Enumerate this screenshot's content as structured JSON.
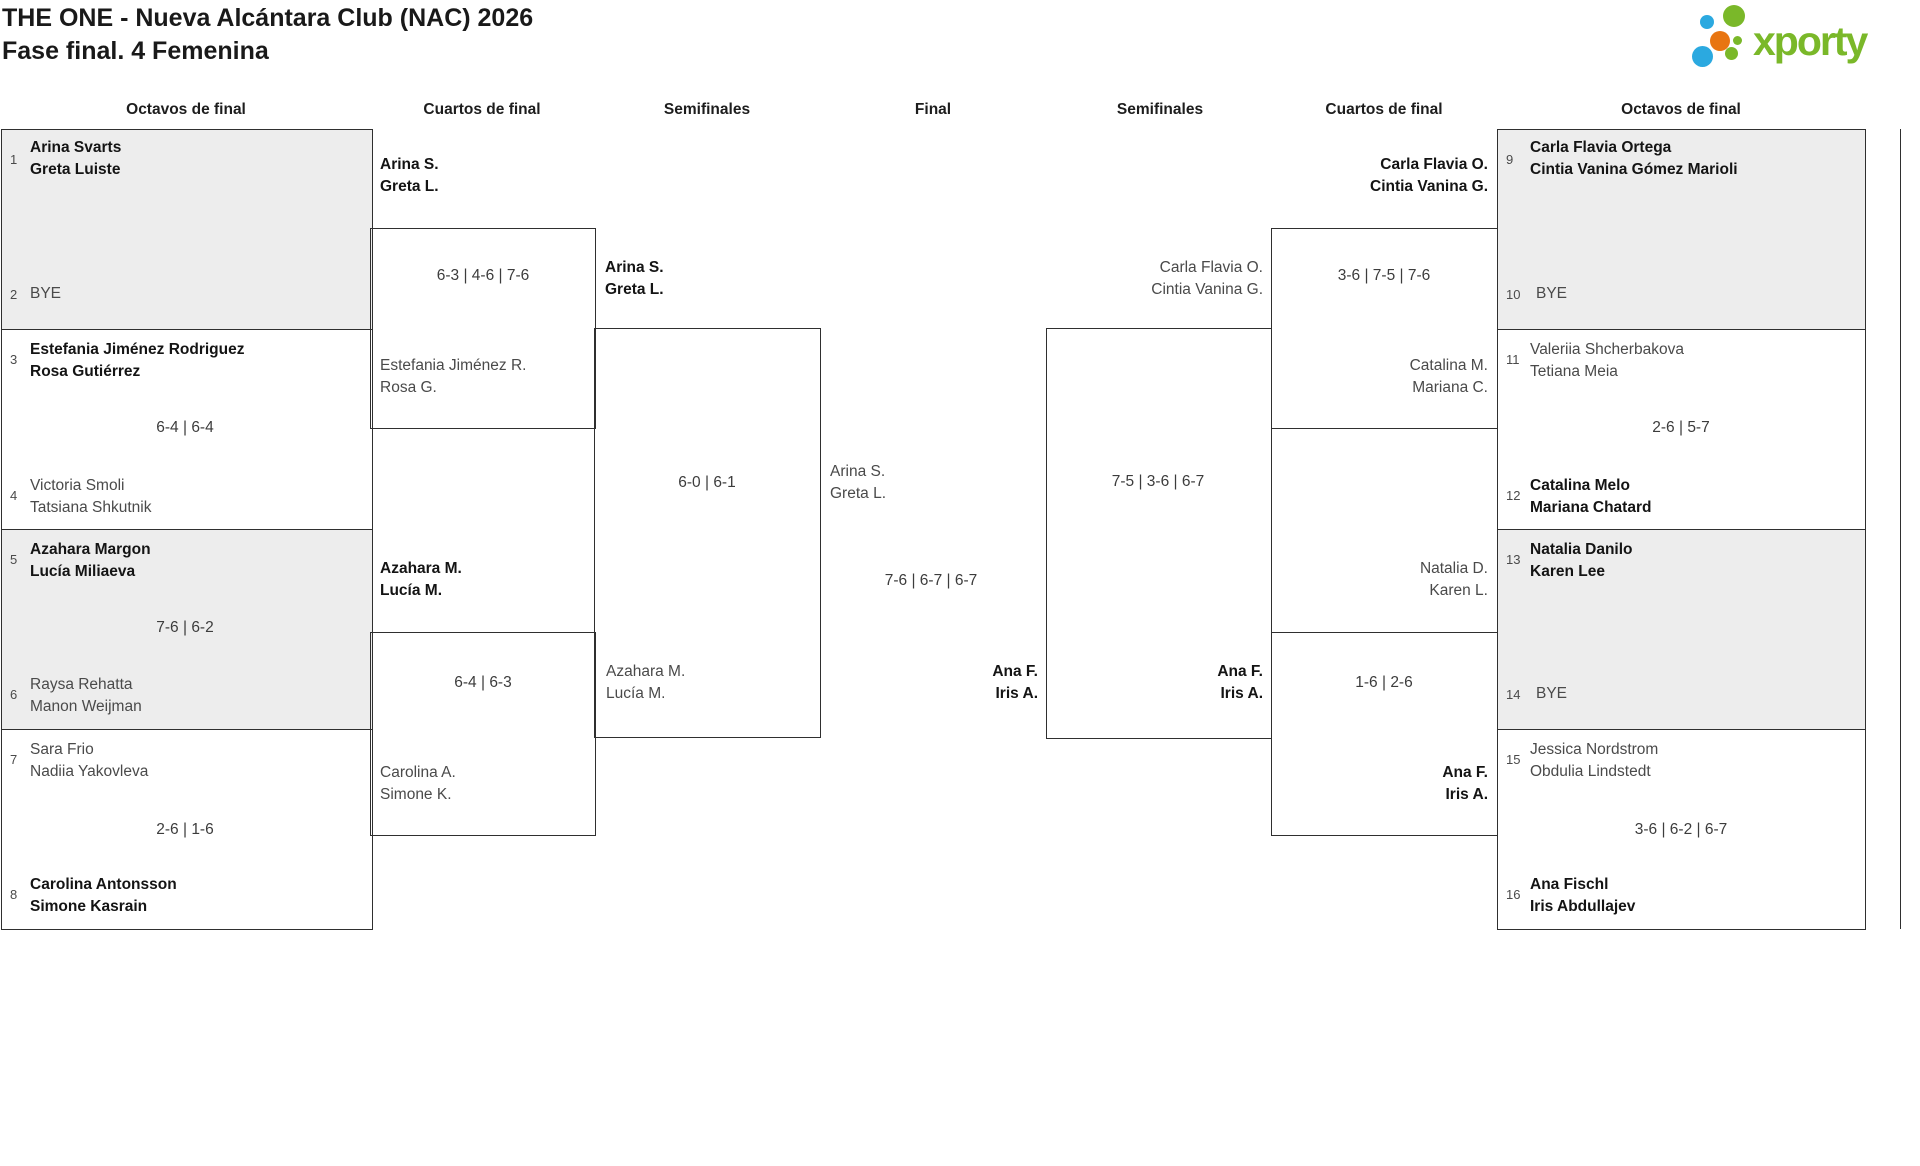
{
  "header": {
    "title": "THE ONE - Nueva Alcántara Club (NAC) 2026",
    "subtitle": "Fase final. 4 Femenina",
    "logo_text": "xporty"
  },
  "round_headers": [
    "Octavos de final",
    "Cuartos de final",
    "Semifinales",
    "Final",
    "Semifinales",
    "Cuartos de final",
    "Octavos de final"
  ],
  "colors": {
    "logo_green": "#7ab829",
    "logo_blue": "#2ba9e0",
    "logo_orange": "#e87511",
    "box_grey": "#ededed",
    "line": "#2f2f2f"
  },
  "octavos_left": [
    {
      "top_seed": "1",
      "top": [
        "Arina Svarts",
        "Greta Luiste"
      ],
      "score": "",
      "bottom_seed": "2",
      "bottom": [
        "BYE"
      ]
    },
    {
      "top_seed": "3",
      "top": [
        "Estefania Jiménez Rodriguez",
        "Rosa Gutiérrez"
      ],
      "score": "6-4 | 6-4",
      "bottom_seed": "4",
      "bottom": [
        "Victoria Smoli",
        "Tatsiana Shkutnik"
      ]
    },
    {
      "top_seed": "5",
      "top": [
        "Azahara Margon",
        "Lucía Miliaeva"
      ],
      "score": "7-6 | 6-2",
      "bottom_seed": "6",
      "bottom": [
        "Raysa Rehatta",
        "Manon Weijman"
      ]
    },
    {
      "top_seed": "7",
      "top": [
        "Sara Frio",
        "Nadiia Yakovleva"
      ],
      "score": "2-6 | 1-6",
      "bottom_seed": "8",
      "bottom": [
        "Carolina Antonsson",
        "Simone Kasrain"
      ]
    }
  ],
  "octavos_right": [
    {
      "top_seed": "9",
      "top": [
        "Carla Flavia Ortega",
        "Cintia Vanina Gómez Marioli"
      ],
      "score": "",
      "bottom_seed": "10",
      "bottom": [
        "BYE"
      ]
    },
    {
      "top_seed": "11",
      "top": [
        "Valeriia Shcherbakova",
        "Tetiana Meia"
      ],
      "score": "2-6 | 5-7",
      "bottom_seed": "12",
      "bottom": [
        "Catalina Melo",
        "Mariana Chatard"
      ]
    },
    {
      "top_seed": "13",
      "top": [
        "Natalia Danilo",
        "Karen Lee"
      ],
      "score": "",
      "bottom_seed": "14",
      "bottom": [
        "BYE"
      ]
    },
    {
      "top_seed": "15",
      "top": [
        "Jessica Nordstrom",
        "Obdulia Lindstedt"
      ],
      "score": "3-6 | 6-2 | 6-7",
      "bottom_seed": "16",
      "bottom": [
        "Ana Fischl",
        "Iris Abdullajev"
      ]
    }
  ],
  "quarters_left": [
    {
      "top": [
        "Arina S.",
        "Greta L."
      ],
      "score": "6-3 | 4-6 | 7-6",
      "bottom": [
        "Estefania Jiménez R.",
        "Rosa G."
      ]
    },
    {
      "top": [
        "Azahara M.",
        "Lucía M."
      ],
      "score": "6-4 | 6-3",
      "bottom": [
        "Carolina A.",
        "Simone K."
      ]
    }
  ],
  "quarters_right": [
    {
      "top": [
        "Carla Flavia O.",
        "Cintia Vanina G."
      ],
      "score": "3-6 | 7-5 | 7-6",
      "bottom": [
        "Catalina M.",
        "Mariana C."
      ]
    },
    {
      "top": [
        "Natalia D.",
        "Karen L."
      ],
      "score": "1-6 | 2-6",
      "bottom": [
        "Ana F.",
        "Iris A."
      ]
    }
  ],
  "semi_left": {
    "top": [
      "Arina S.",
      "Greta L."
    ],
    "score": "6-0 | 6-1",
    "bottom": [
      "Azahara M.",
      "Lucía M."
    ]
  },
  "semi_right": {
    "top": [
      "Carla Flavia O.",
      "Cintia Vanina G."
    ],
    "score": "7-5 | 3-6 | 6-7",
    "bottom": [
      "Ana F.",
      "Iris A."
    ]
  },
  "final": {
    "left": [
      "Arina S.",
      "Greta L."
    ],
    "score": "7-6 | 6-7 | 6-7",
    "winner": [
      "Ana F.",
      "Iris A."
    ]
  }
}
